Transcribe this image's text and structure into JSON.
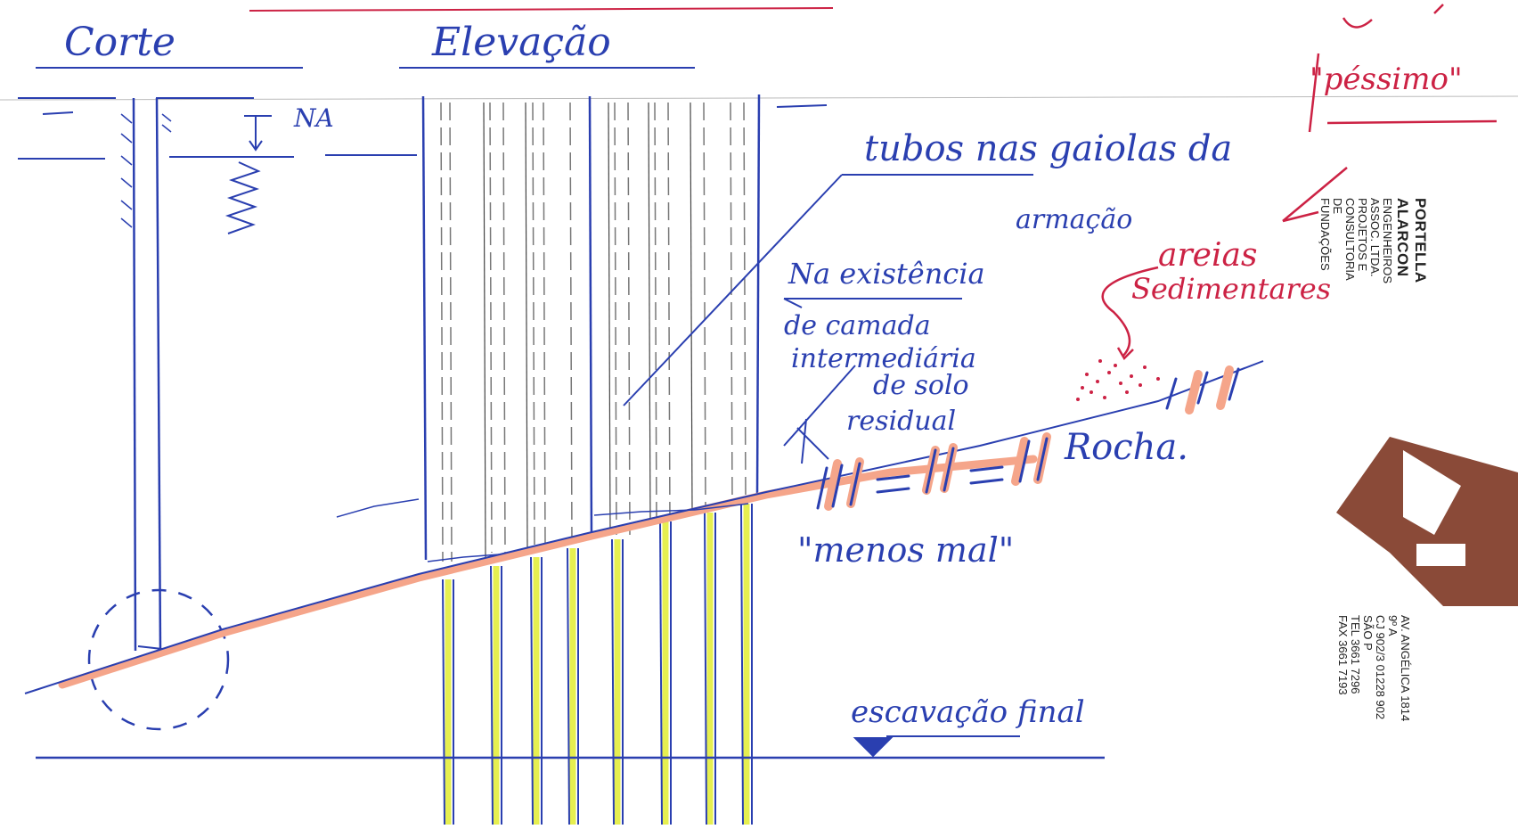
{
  "headings": {
    "corte": "Corte",
    "elevacao": "Elevação"
  },
  "labels": {
    "na": "NA",
    "tubos": "tubos nas gaiolas da",
    "armacao": "armação",
    "na_existencia": "Na existência",
    "de_camada": "de camada",
    "intermediaria": "intermediária",
    "de_solo": "de solo",
    "residual": "residual",
    "rocha": "Rocha.",
    "menos_mal": "\"menos mal\"",
    "escavacao_final": "escavação final",
    "pessimo": "\"péssimo\"",
    "areias": "areias",
    "sedimentares": "Sedimentares"
  },
  "letterhead": {
    "company": "PORTELLA ALARCON",
    "line1": "ENGENHEIROS ASSOC. LTDA.",
    "line2": "PROJETOS E CONSULTORIA",
    "line3": "DE FUNDAÇÕES",
    "address1": "AV. ANGÉLICA 1814 9º A",
    "address2": "CJ 902/3 01228 902 SÃO P",
    "tel": "TEL 3661 7296",
    "fax": "FAX 3661 7193"
  },
  "colors": {
    "ink_blue": "#2a3fb0",
    "ink_red": "#cc2244",
    "highlight_orange": "#f5a58a",
    "highlight_yellow": "#e6ef50",
    "logo_brown": "#8a4a38"
  }
}
